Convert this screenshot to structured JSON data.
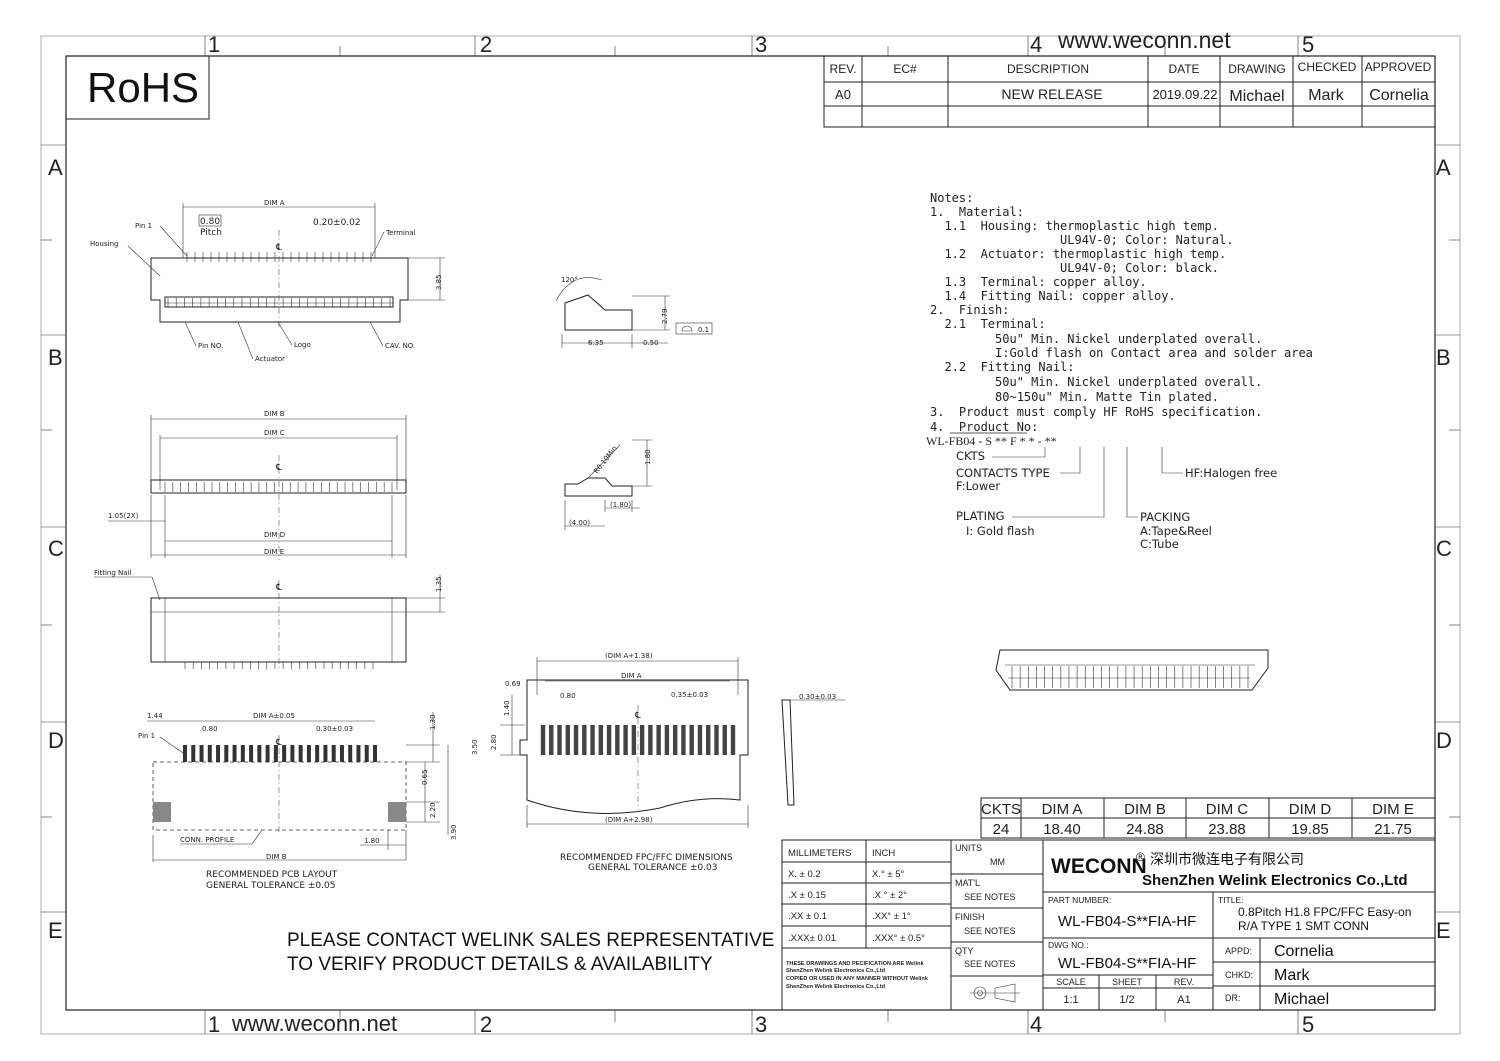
{
  "website": "www.weconn.net",
  "rohs_label": "RoHS",
  "grid": {
    "columns": [
      "1",
      "2",
      "3",
      "4",
      "5"
    ],
    "rows": [
      "A",
      "B",
      "C",
      "D",
      "E"
    ]
  },
  "revision_table": {
    "headers": [
      "REV.",
      "EC#",
      "DESCRIPTION",
      "DATE",
      "DRAWING",
      "CHECKED",
      "APPROVED"
    ],
    "rows": [
      [
        "A0",
        "",
        "NEW RELEASE",
        "2019.09.22",
        "Michael",
        "Mark",
        "Cornelia"
      ]
    ]
  },
  "notes": {
    "lines": [
      "Notes:",
      "1.  Material:",
      "  1.1  Housing: thermoplastic high temp.",
      "                  UL94V-0; Color: Natural.",
      "  1.2  Actuator: thermoplastic high temp.",
      "                  UL94V-0; Color: black.",
      "  1.3  Terminal: copper alloy.",
      "  1.4  Fitting Nail: copper alloy.",
      "2.  Finish:",
      "  2.1  Terminal:",
      "         50u\" Min. Nickel underplated overall.",
      "         I:Gold flash on Contact area and solder area",
      "  2.2  Fitting Nail:",
      "         50u\" Min. Nickel underplated overall.",
      "         80~150u\" Min. Matte Tin plated.",
      "3.  Product must comply HF RoHS specification.",
      "4.  Product No:"
    ],
    "product_no": "WL-FB04 - S    **    F  *  *  - **",
    "ckts": "CKTS",
    "contacts_type": "CONTACTS TYPE",
    "contacts_lower": "F:Lower",
    "hf": "HF:Halogen free",
    "plating": "PLATING",
    "plating_gold": "I:  Gold  flash",
    "packing": "PACKING",
    "packing_a": "A:Tape&Reel",
    "packing_c": "C:Tube"
  },
  "labels": {
    "dim_a": "DIM A",
    "dim_b": "DIM B",
    "dim_c": "DIM C",
    "dim_d": "DIM D",
    "dim_e": "DIM E",
    "pin1": "Pin 1",
    "pitch_val": "0.80",
    "pitch": "Pitch",
    "terminal_tol": "0.20±0.02",
    "terminal": "Terminal",
    "housing": "Housing",
    "pin_no": "Pin NO.",
    "logo": "Logo",
    "actuator": "Actuator",
    "cav_no": "CAV. NO.",
    "h385": "3.85",
    "angle120": "120°",
    "d279": "2.79",
    "d635": "6.35",
    "d050": "0.50",
    "flat01": "0.1",
    "r010": "R0.10Min",
    "d180": "1.80",
    "d180p": "(1.80)",
    "d400p": "(4.00)",
    "d105": "1.05(2X)",
    "fitting_nail": "Fitting Nail",
    "d135": "1.35",
    "pcb_144": "1.44",
    "pcb_dima005": "DIM A±0.05",
    "pcb_080": "0.80",
    "pcb_030": "0.30±0.03",
    "pcb_130": "1.30",
    "pcb_065": "0.65",
    "pcb_220": "2.20",
    "pcb_390": "3.90",
    "pcb_180": "1.80",
    "conn_profile": "CONN. PROFILE",
    "pcb_title1": "RECOMMENDED  PCB  LAYOUT",
    "pcb_title2": "GENERAL  TOLERANCE  ±0.05",
    "fpc_dima138": "(DIM  A+1.38)",
    "fpc_069": "0.69",
    "fpc_080": "0.80",
    "fpc_035": "0.35±0.03",
    "fpc_140": "1.40",
    "fpc_350": "3.50",
    "fpc_280": "2.80",
    "fpc_dima298": "(DIM  A+2.98)",
    "fpc_030": "0.30±0.03",
    "fpc_title1": "RECOMMENDED  FPC/FFC  DIMENSIONS",
    "fpc_title2": "GENERAL  TOLERANCE  ±0.03",
    "cl": "℄"
  },
  "dim_table": {
    "headers": [
      "CKTS",
      "DIM A",
      "DIM B",
      "DIM C",
      "DIM D",
      "DIM E"
    ],
    "row": [
      "24",
      "18.40",
      "24.88",
      "23.88",
      "19.85",
      "21.75"
    ]
  },
  "contact_notice": {
    "line1": "PLEASE CONTACT WELINK SALES REPRESENTATIVE",
    "line2": "TO VERIFY PRODUCT DETAILS & AVAILABILITY"
  },
  "title_block": {
    "tol_headers": [
      "MILLIMETERS",
      "INCH"
    ],
    "tol_rows": [
      [
        "X.   ±  0.2",
        "X.°   ±  5°"
      ],
      [
        ".X   ± 0.15",
        ".X °  ±  2°"
      ],
      [
        ".XX  ± 0.1",
        ".XX°  ±  1°"
      ],
      [
        ".XXX± 0.01",
        ".XXX° ± 0.5°"
      ]
    ],
    "disclaimer": [
      "THESE DRAWINGS AND PECIFICATION  ARE Welink",
      "ShenZhen Welink Electronics Co.,Ltd",
      "COPIED OR USED IN ANY MANNER WITHOUT Welink",
      "ShenZhen Welink Electronics Co.,Ltd"
    ],
    "units_label": "UNITS",
    "units_val": "MM",
    "matl_label": "MAT'L",
    "matl_val": "SEE NOTES",
    "finish_label": "FINISH",
    "finish_val": "SEE NOTES",
    "qty_label": "QTY",
    "qty_val": "SEE NOTES",
    "brand": "WECONN",
    "reg": "®",
    "company_cn": "深圳市微连电子有限公司",
    "company_en": "ShenZhen Welink Electronics Co.,Ltd",
    "part_number_label": "PART NUMBER:",
    "part_number": "WL-FB04-S**FIA-HF",
    "title_label": "TITLE:",
    "title_line1": "0.8Pitch H1.8 FPC/FFC Easy-on",
    "title_line2": "R/A TYPE 1 SMT CONN",
    "dwg_label": "DWG NO.:",
    "dwg_no": "WL-FB04-S**FIA-HF",
    "appd_label": "APPD:",
    "appd": "Cornelia",
    "chkd_label": "CHKD:",
    "chkd": "Mark",
    "dr_label": "DR:",
    "dr": "Michael",
    "scale_label": "SCALE",
    "scale": "1:1",
    "sheet_label": "SHEET",
    "sheet": "1/2",
    "rev_label": "REV.",
    "rev": "A1"
  }
}
